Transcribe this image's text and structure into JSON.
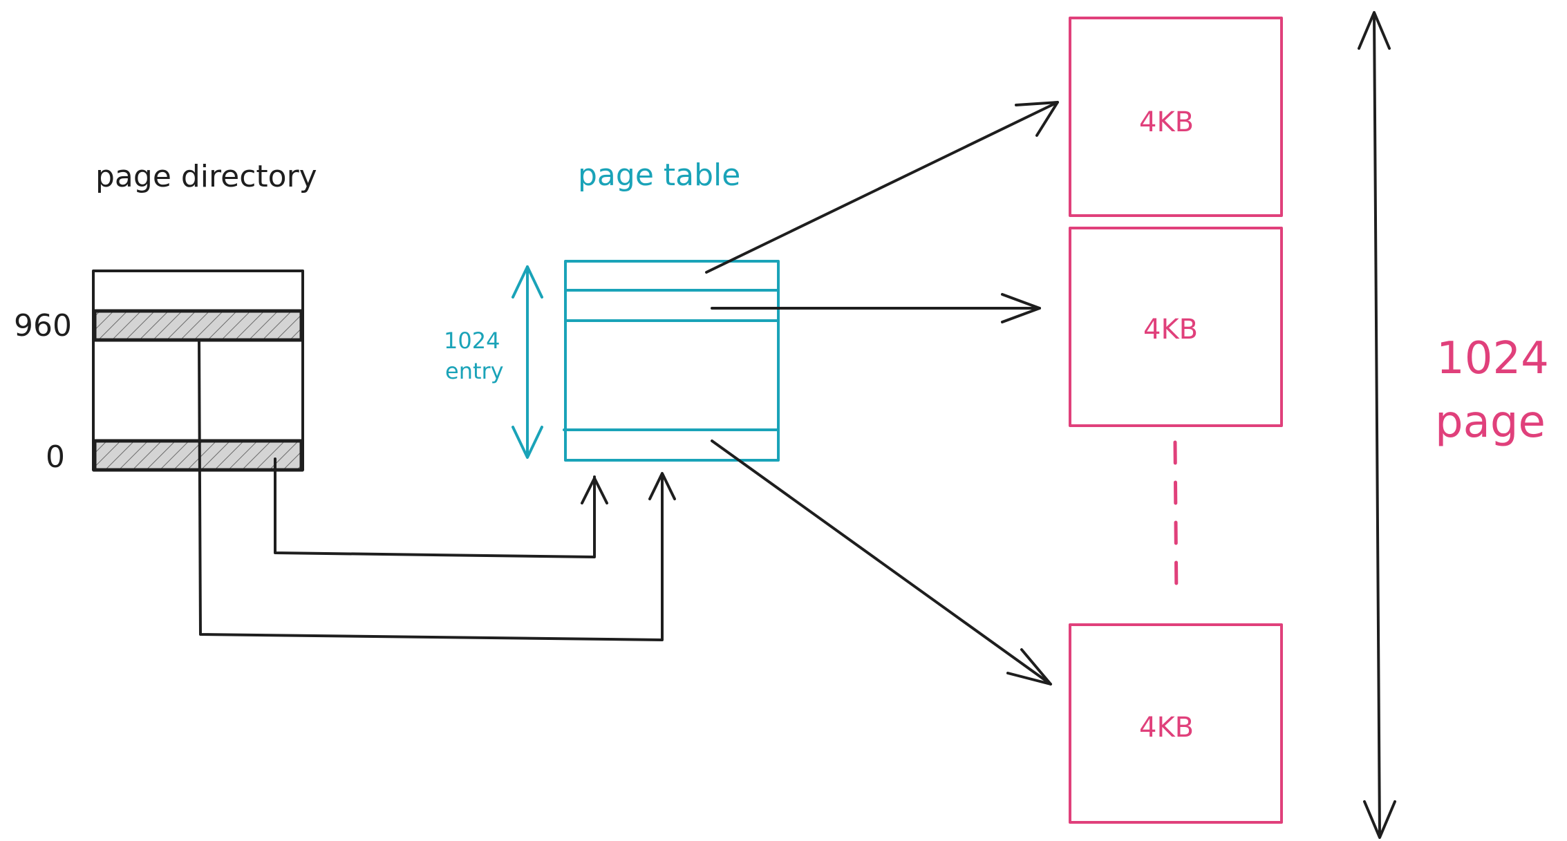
{
  "page_directory": {
    "title": "page directory",
    "row_labels": {
      "high": "960",
      "low": "0"
    }
  },
  "page_table": {
    "title": "page table",
    "entry_note_line1": "1024",
    "entry_note_line2": "entry"
  },
  "pages": {
    "blocks": [
      {
        "label": "4KB"
      },
      {
        "label": "4KB"
      },
      {
        "label": "4KB"
      }
    ],
    "count_line1": "1024",
    "count_line2": "page"
  },
  "colors": {
    "ink": "#1e1e1e",
    "teal": "#1aa3b8",
    "pink": "#e0407b",
    "hatch_fill": "#c8c8c8"
  }
}
